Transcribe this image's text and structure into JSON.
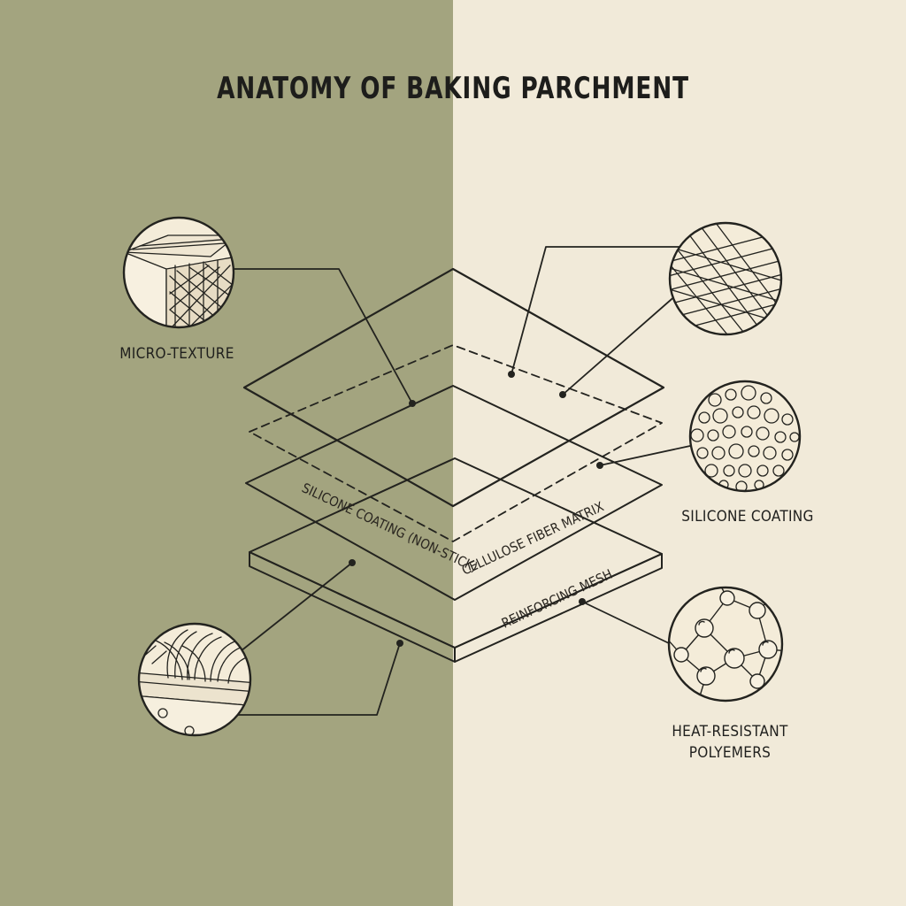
{
  "title": "ANATOMY OF BAKING PARCHMENT",
  "callouts": {
    "micro_texture": "MICRO-TEXTURE",
    "silicone_coating": "SILICONE COATING",
    "heat_resistant_line1": "HEAT-RESISTANT",
    "heat_resistant_line2": "POLYEMERS"
  },
  "layers": {
    "silicone_layer": "SILICONE COATING (NON-STICK)",
    "cellulose_layer": "CELLULOSE FIBER MATRIX",
    "mesh_layer": "REINFORCING MESH"
  },
  "colors": {
    "left_panel": "#a3a47f",
    "right_panel": "#f1ead9",
    "top_sheet": "#e6d2b3",
    "middle_sheet": "#dcc4a0",
    "base_sheet": "#f6f0e0",
    "ink": "#23231f"
  }
}
